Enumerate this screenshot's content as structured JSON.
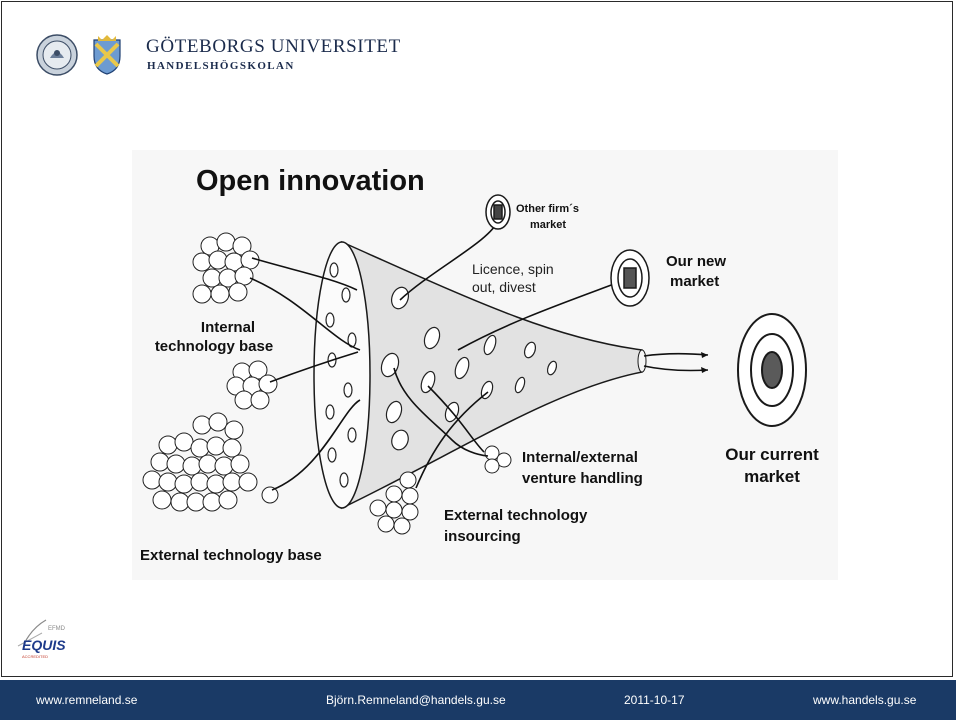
{
  "header": {
    "university": "GÖTEBORGS UNIVERSITET",
    "school": "HANDELSHÖGSKOLAN",
    "seal_icons": [
      "university-seal-icon",
      "crest-icon"
    ]
  },
  "diagram": {
    "title": "Open innovation",
    "labels": {
      "internal_base": [
        "Internal",
        "technology base"
      ],
      "external_base": "External technology base",
      "other_market": [
        "Other firm´s",
        "market"
      ],
      "licence": [
        "Licence, spin",
        "out, divest"
      ],
      "new_market": [
        "Our new",
        "market"
      ],
      "current_market": [
        "Our current",
        "market"
      ],
      "venture": [
        "Internal/external",
        "venture handling"
      ],
      "insourcing": [
        "External technology",
        "insourcing"
      ]
    }
  },
  "logo": {
    "top": "EFMD",
    "name": "EQUIS",
    "sub": "ACCREDITED"
  },
  "footer": {
    "website": "www.remneland.se",
    "email": "Björn.Remneland@handels.gu.se",
    "date": "2011-10-17",
    "school_site": "www.handels.gu.se"
  },
  "colors": {
    "footer_bg": "#1a3a66",
    "university_text": "#1b2b4c",
    "equis_blue": "#1d3a8a"
  }
}
